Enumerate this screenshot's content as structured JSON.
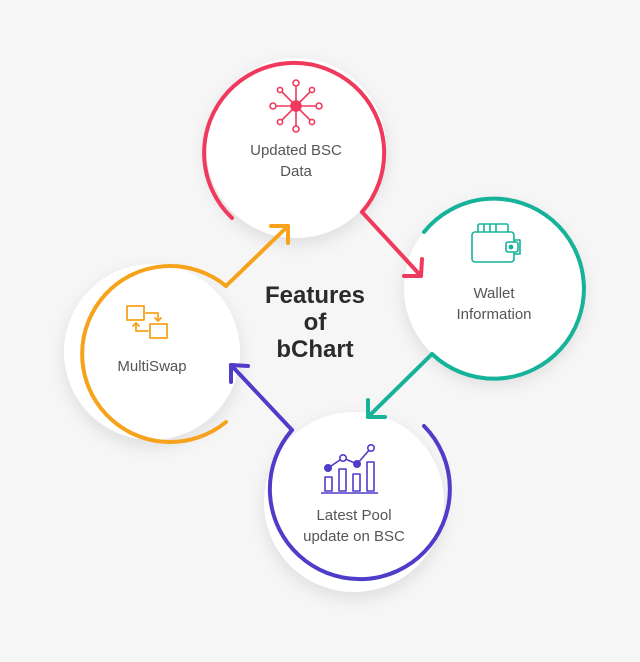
{
  "title": [
    "Features",
    "of",
    "bChart"
  ],
  "features": [
    {
      "label_lines": [
        "Updated BSC",
        "Data"
      ],
      "icon": "network-icon",
      "color": "#ef3a5d"
    },
    {
      "label_lines": [
        "Wallet",
        "Information"
      ],
      "icon": "wallet-icon",
      "color": "#16b29a"
    },
    {
      "label_lines": [
        "Latest Pool",
        "update on BSC"
      ],
      "icon": "bar-chart-icon",
      "color": "#4f3cc9"
    },
    {
      "label_lines": [
        "MultiSwap"
      ],
      "icon": "swap-icon",
      "color": "#f7a21b"
    }
  ]
}
